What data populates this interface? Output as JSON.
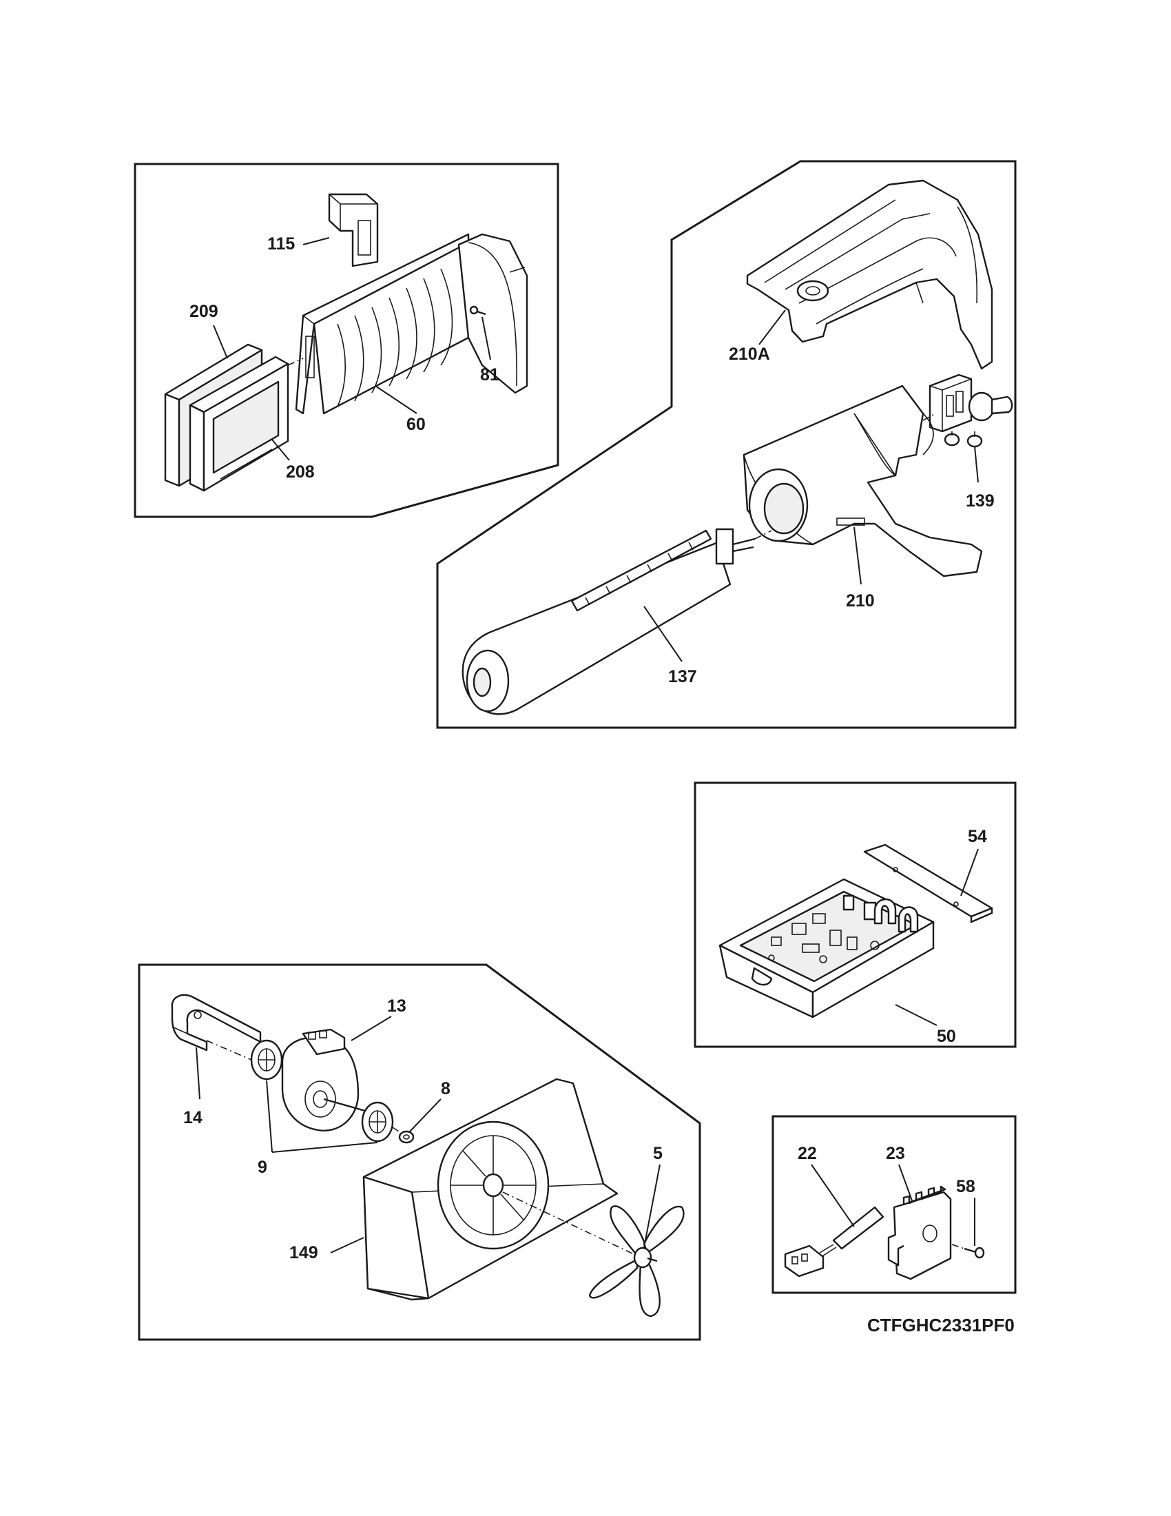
{
  "diagram_code": "CTFGHC2331PF0",
  "callouts": {
    "c115": "115",
    "c209": "209",
    "c81": "81",
    "c60": "60",
    "c208": "208",
    "c210A": "210A",
    "c139": "139",
    "c210": "210",
    "c137": "137",
    "c54": "54",
    "c50": "50",
    "c13": "13",
    "c14": "14",
    "c8": "8",
    "c9": "9",
    "c5": "5",
    "c149": "149",
    "c22": "22",
    "c23": "23",
    "c58": "58"
  }
}
